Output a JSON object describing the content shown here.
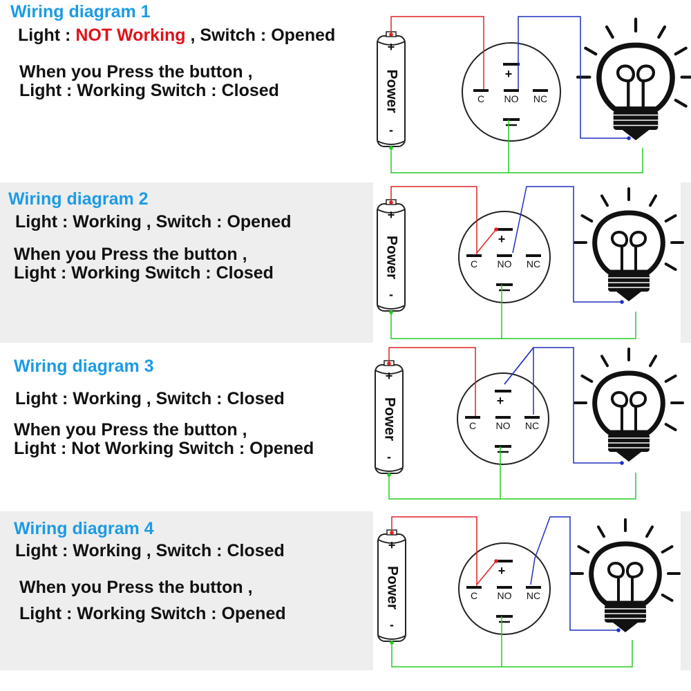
{
  "labels": {
    "power": "Power",
    "plus": "+",
    "minus": "-",
    "led_plus": "+",
    "led_minus": "−",
    "c": "C",
    "no": "NO",
    "nc": "NC"
  },
  "colors": {
    "title": "#1c9be4",
    "warning": "#e0111a",
    "wire_red": "#e02020",
    "wire_blue": "#1f2fbf",
    "wire_green": "#22cc22",
    "panel_shade": "#eeeeee"
  },
  "icons": [
    "power-battery-icon",
    "switch-terminal-icon",
    "light-bulb-icon"
  ],
  "diagrams": [
    {
      "title": "Wiring diagram 1",
      "line1_pre": "Light : ",
      "line1_warn": "NOT Working",
      "line1_post": " , Switch : Opened",
      "line2": "When you Press the button ,",
      "line3": "Light : Working Switch : Closed"
    },
    {
      "title": "Wiring diagram 2",
      "line1": "Light : Working , Switch : Opened",
      "line2": "When you Press the button ,",
      "line3": "Light : Working Switch : Closed"
    },
    {
      "title": "Wiring diagram 3",
      "line1": "Light : Working , Switch : Closed",
      "line2": "When you Press the button ,",
      "line3": "Light : Not Working Switch : Opened"
    },
    {
      "title": "Wiring diagram 4",
      "line1": "Light : Working , Switch : Closed",
      "line2": "When you Press the button ,",
      "line3": "Light : Working Switch : Opened"
    }
  ]
}
